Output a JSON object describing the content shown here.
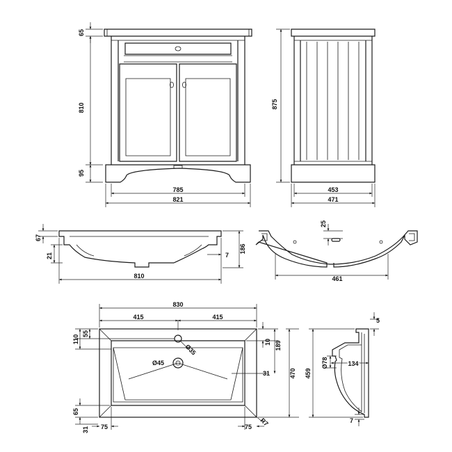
{
  "front_view": {
    "dim_top": "65",
    "dim_body": "810",
    "dim_plinth": "95",
    "dim_inner_width": "785",
    "dim_total_width": "821"
  },
  "side_view": {
    "dim_height": "875",
    "dim_inner_depth": "453",
    "dim_total_depth": "471"
  },
  "basin_front": {
    "dim_top": "67",
    "dim_bowl_offset": "21",
    "dim_height": "186",
    "dim_lip": "7",
    "dim_width": "810"
  },
  "basin_section": {
    "dim_overflow": "25",
    "dim_bowl_width": "461"
  },
  "basin_plan": {
    "dim_total_width": "830",
    "dim_half_left": "415",
    "dim_half_right": "415",
    "dim_tap_offset_a": "110",
    "dim_tap_offset_b": "55",
    "dim_tap_hole": "Ø35",
    "dim_waste_hole": "Ø45",
    "dim_edge_10": "10",
    "dim_depth_189": "189",
    "dim_total_depth": "470",
    "dim_side_31": "31",
    "dim_bottom_65": "65",
    "dim_bottom_31": "31",
    "dim_corner_left": "75",
    "dim_corner_right": "75",
    "dim_radius": "R7"
  },
  "basin_profile": {
    "dim_top": "5",
    "dim_waste": "Ø78",
    "dim_depth_134": "134",
    "dim_height": "459",
    "dim_bottom": "7"
  }
}
